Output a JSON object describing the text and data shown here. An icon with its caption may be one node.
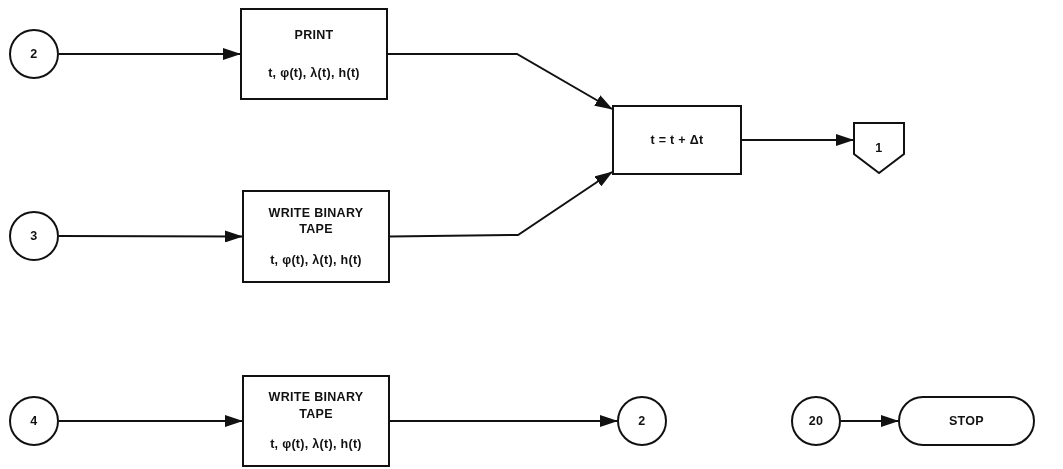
{
  "diagram": {
    "nodes": [
      {
        "text": [
          "2"
        ]
      },
      {
        "text": [
          "PRINT",
          "t, φ(t), λ(t), h(t)"
        ]
      },
      {
        "text": [
          "3"
        ]
      },
      {
        "text": [
          "WRITE BINARY TAPE",
          "t, φ(t), λ(t), h(t)"
        ]
      },
      {
        "text": [
          "t = t + Δt"
        ]
      },
      {
        "text": [
          "1"
        ]
      },
      {
        "text": [
          "4"
        ]
      },
      {
        "text": [
          "WRITE BINARY TAPE",
          "t, φ(t), λ(t), h(t)"
        ]
      },
      {
        "text": [
          "2"
        ]
      },
      {
        "text": [
          "20"
        ]
      },
      {
        "text": [
          "STOP"
        ]
      }
    ],
    "edges": [
      {
        "from": 0,
        "to": 1,
        "arrow": "to"
      },
      {
        "from": 1,
        "to": 4,
        "arrow": "to"
      },
      {
        "from": 2,
        "to": 3,
        "arrow": "to"
      },
      {
        "from": 3,
        "to": 4,
        "arrow": "to"
      },
      {
        "from": 4,
        "to": 5,
        "arrow": "to"
      },
      {
        "from": 6,
        "to": 7,
        "arrow": "to"
      },
      {
        "from": 7,
        "to": 8,
        "arrow": "to"
      },
      {
        "from": 9,
        "to": 10,
        "arrow": "to"
      }
    ]
  }
}
